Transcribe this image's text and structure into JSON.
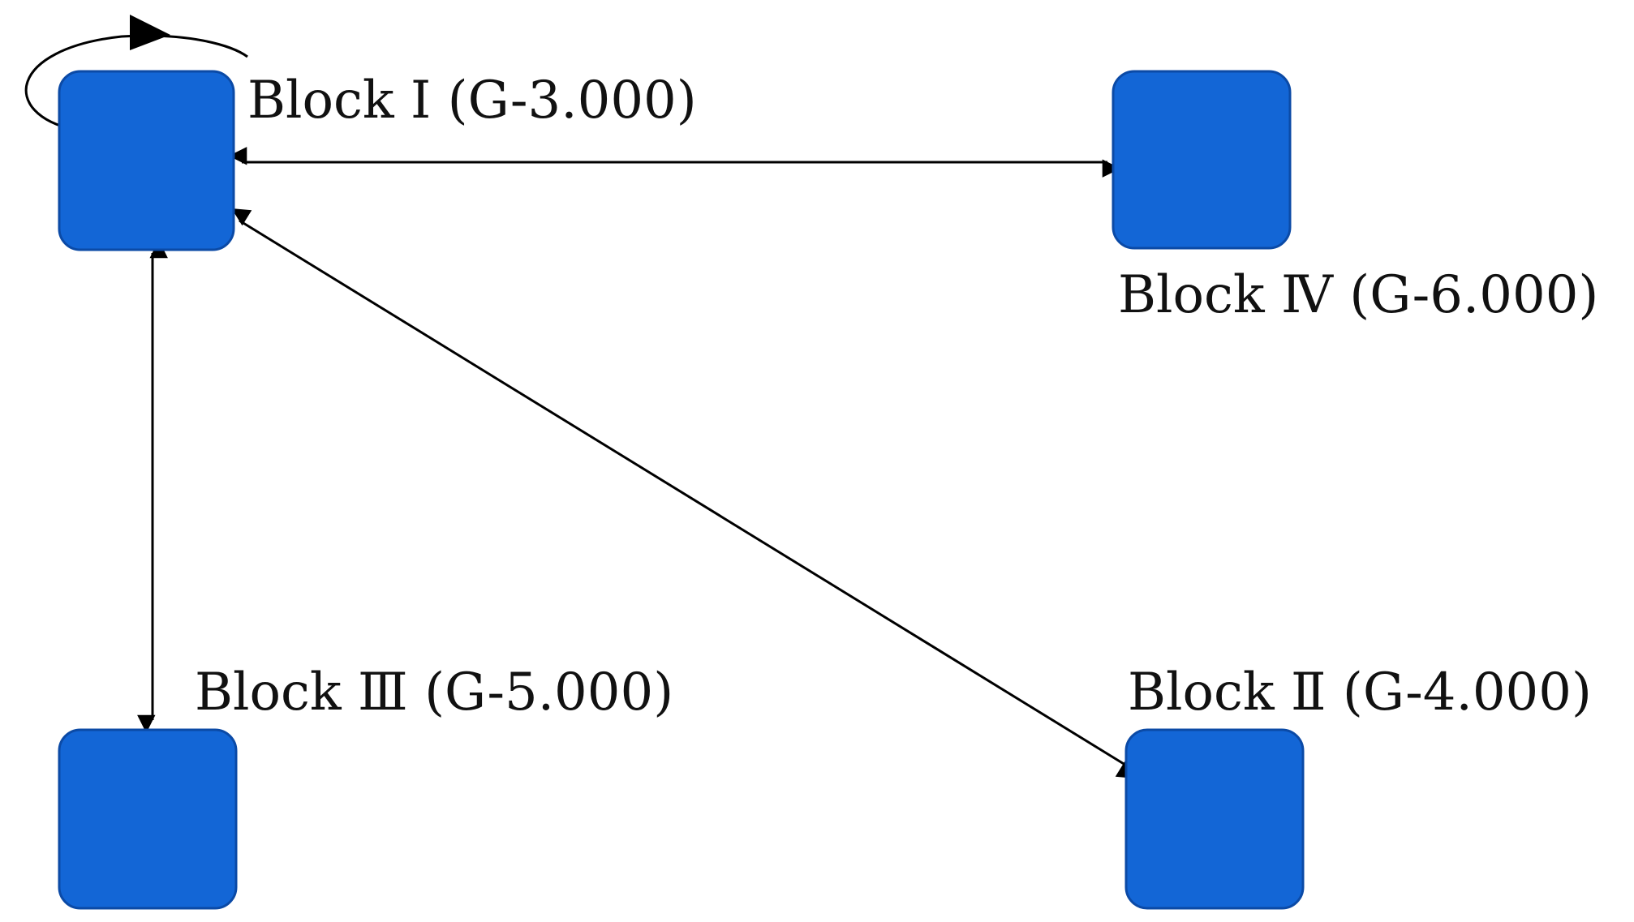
{
  "diagram": {
    "colors": {
      "block_fill": "#1366d6",
      "edge": "#000000",
      "text": "#111111",
      "background": "#ffffff"
    },
    "blocks": [
      {
        "id": "block-1",
        "label": "Block Ⅰ (G-3.000)"
      },
      {
        "id": "block-4",
        "label": "Block Ⅳ (G-6.000)"
      },
      {
        "id": "block-3",
        "label": "Block Ⅲ (G-5.000)"
      },
      {
        "id": "block-2",
        "label": "Block Ⅱ (G-4.000)"
      }
    ],
    "edges": [
      {
        "from": "block-1",
        "to": "block-1",
        "direction": "self-loop"
      },
      {
        "from": "block-1",
        "to": "block-4",
        "direction": "bidirectional"
      },
      {
        "from": "block-1",
        "to": "block-3",
        "direction": "bidirectional"
      },
      {
        "from": "block-1",
        "to": "block-2",
        "direction": "bidirectional"
      }
    ]
  }
}
